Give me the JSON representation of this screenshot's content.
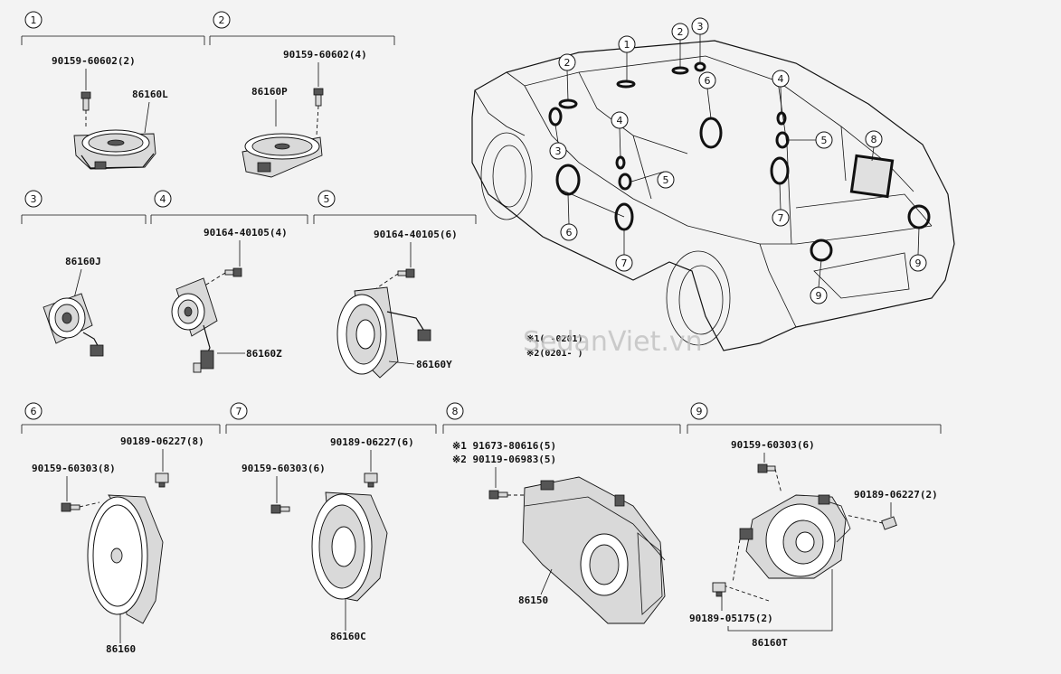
{
  "watermark": "SedanViet.vn",
  "sections": [
    {
      "num": "1",
      "bolt": "90159-60602(2)",
      "part": "86160L"
    },
    {
      "num": "2",
      "bolt": "90159-60602(4)",
      "part": "86160P"
    },
    {
      "num": "3",
      "part": "86160J"
    },
    {
      "num": "4",
      "bolt": "90164-40105(4)",
      "part": "86160Z"
    },
    {
      "num": "5",
      "bolt": "90164-40105(6)",
      "part": "86160Y"
    },
    {
      "num": "6",
      "clip": "90189-06227(8)",
      "bolt": "90159-60303(8)",
      "part": "86160"
    },
    {
      "num": "7",
      "clip": "90189-06227(6)",
      "bolt": "90159-60303(6)",
      "part": "86160C"
    },
    {
      "num": "8",
      "bolt_note1": "※1 91673-80616(5)",
      "bolt_note2": "※2 90119-06983(5)",
      "part": "86150"
    },
    {
      "num": "9",
      "bolt": "90159-60303(6)",
      "clip": "90189-06227(2)",
      "clip2": "90189-05175(2)",
      "part": "86160T"
    }
  ],
  "vehicle_notes": {
    "note1": "※1(    -0201)",
    "note2": "※2(0201-    )"
  },
  "callouts": [
    "1",
    "2",
    "2",
    "3",
    "3",
    "4",
    "4",
    "5",
    "5",
    "6",
    "6",
    "7",
    "7",
    "8",
    "9",
    "9"
  ]
}
